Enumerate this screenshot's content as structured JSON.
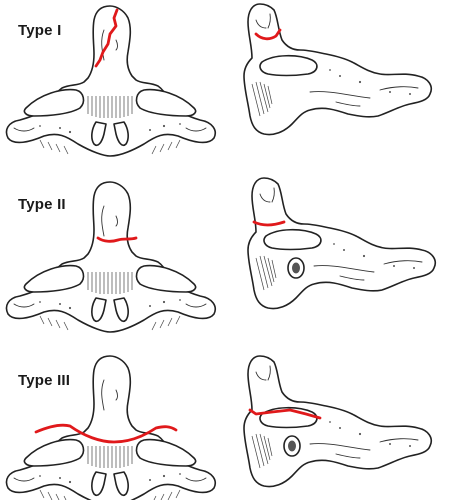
{
  "colors": {
    "fracture": "#e0191b",
    "outline": "#222222",
    "background": "#ffffff"
  },
  "panels": [
    {
      "label": "Type I"
    },
    {
      "label": "Type II"
    },
    {
      "label": "Type III"
    }
  ]
}
